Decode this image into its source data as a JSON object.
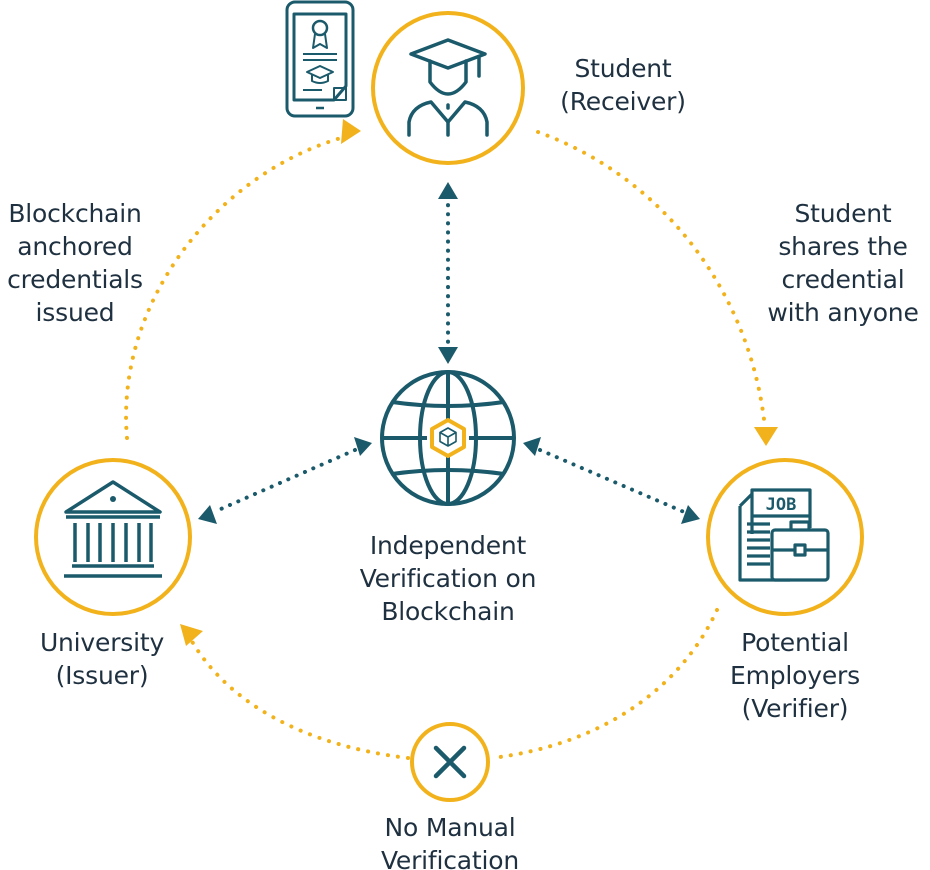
{
  "colors": {
    "ring": "#f2b21b",
    "teal": "#1b5a6b",
    "text": "#1f3140",
    "cube": "#f2b21b"
  },
  "nodes": {
    "student": {
      "icon": "graduate-icon",
      "lines": [
        "Student",
        "(Receiver)"
      ]
    },
    "university": {
      "icon": "university-building-icon",
      "lines": [
        "University",
        "(Issuer)"
      ]
    },
    "employer": {
      "icon": "job-briefcase-icon",
      "lines": [
        "Potential",
        "Employers",
        "(Verifier)"
      ]
    },
    "blockchain": {
      "icon": "globe-blockchain-icon",
      "lines": [
        "Independent",
        "Verification on",
        "Blockchain"
      ]
    },
    "no_manual": {
      "icon": "close-x-icon",
      "lines": [
        "No Manual",
        "Verification"
      ]
    }
  },
  "edges": {
    "issued": {
      "lines": [
        "Blockchain",
        "anchored",
        "credentials",
        "issued"
      ]
    },
    "shares": {
      "lines": [
        "Student",
        "shares the",
        "credential",
        "with anyone"
      ]
    }
  },
  "decorations": {
    "phone_certificate": "phone-certificate-icon"
  }
}
